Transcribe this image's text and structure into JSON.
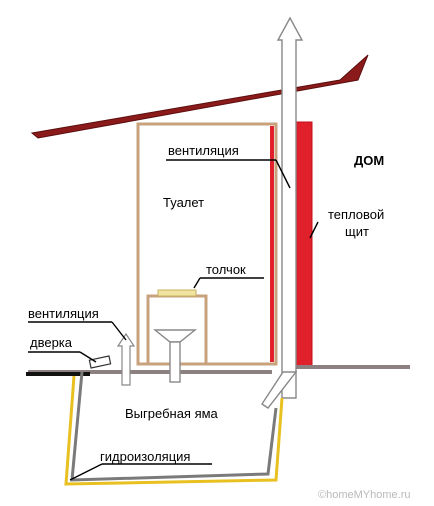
{
  "labels": {
    "ventilation_top": "вентиляция",
    "house": "ДОМ",
    "toilet": "Туалет",
    "heat_shield_line1": "тепловой",
    "heat_shield_line2": "щит",
    "toilet_seat": "толчок",
    "ventilation_left": "вентиляция",
    "door": "дверка",
    "cesspool": "Выгребная яма",
    "waterproofing": "гидроизоляция"
  },
  "watermark": "©homeMYhome.ru",
  "colors": {
    "roof": "#8b1a1a",
    "walls": "#c8a27c",
    "heat_shield": "#e0202a",
    "ground": "#8c8080",
    "waterproofing": "#e8c020",
    "pit": "#7a7a7a",
    "pipe": "#888888"
  }
}
